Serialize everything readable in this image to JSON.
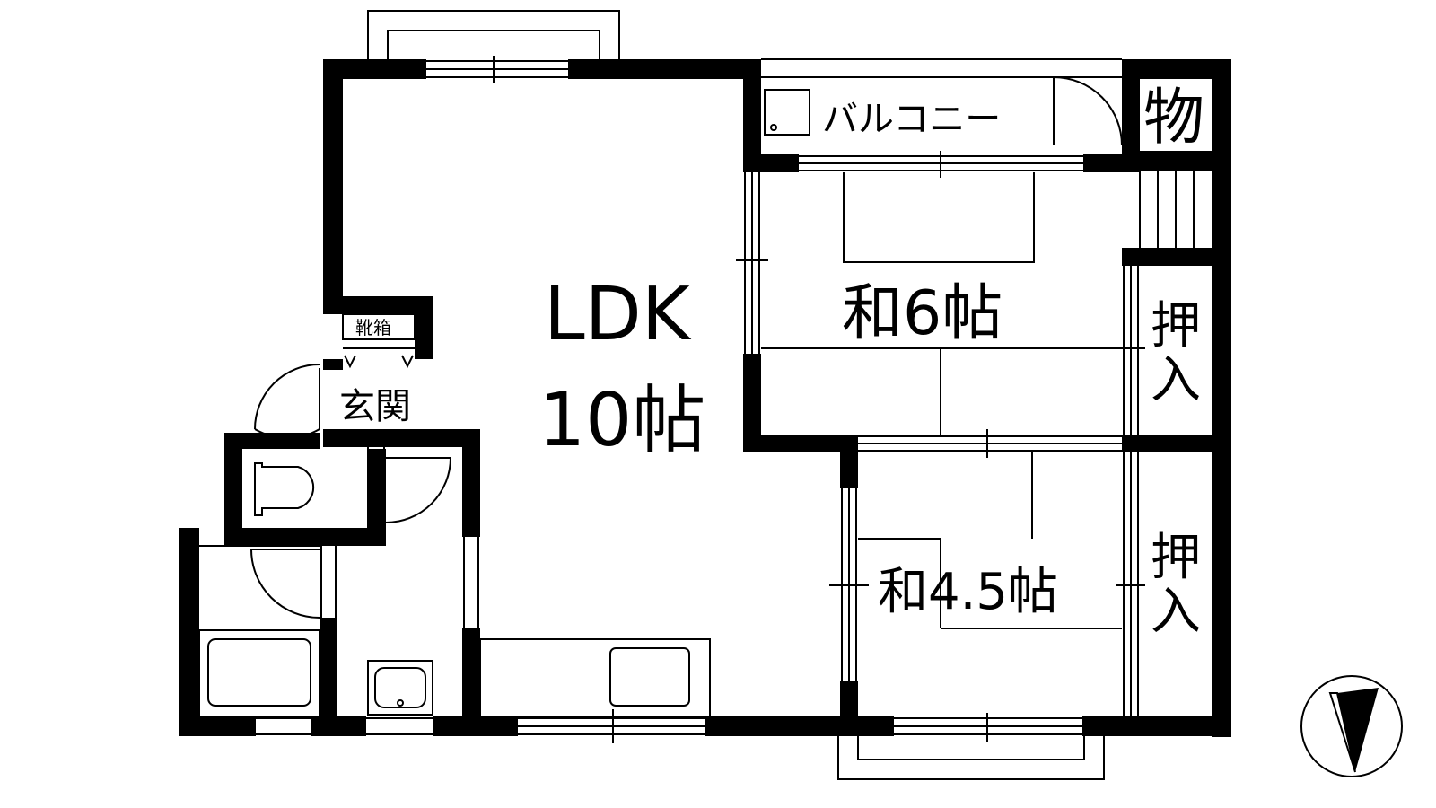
{
  "rooms": {
    "ldk_label": "LDK",
    "ldk_size": "10帖",
    "washitsu_6": "和6帖",
    "washitsu_45": "和4.5帖",
    "balcony": "バルコニー",
    "storage": "物",
    "oshiire": [
      "押",
      "入"
    ],
    "entrance": "玄関",
    "shoe_cabinet": "靴箱"
  },
  "colors": {
    "wall": "#000000",
    "background": "#ffffff"
  }
}
